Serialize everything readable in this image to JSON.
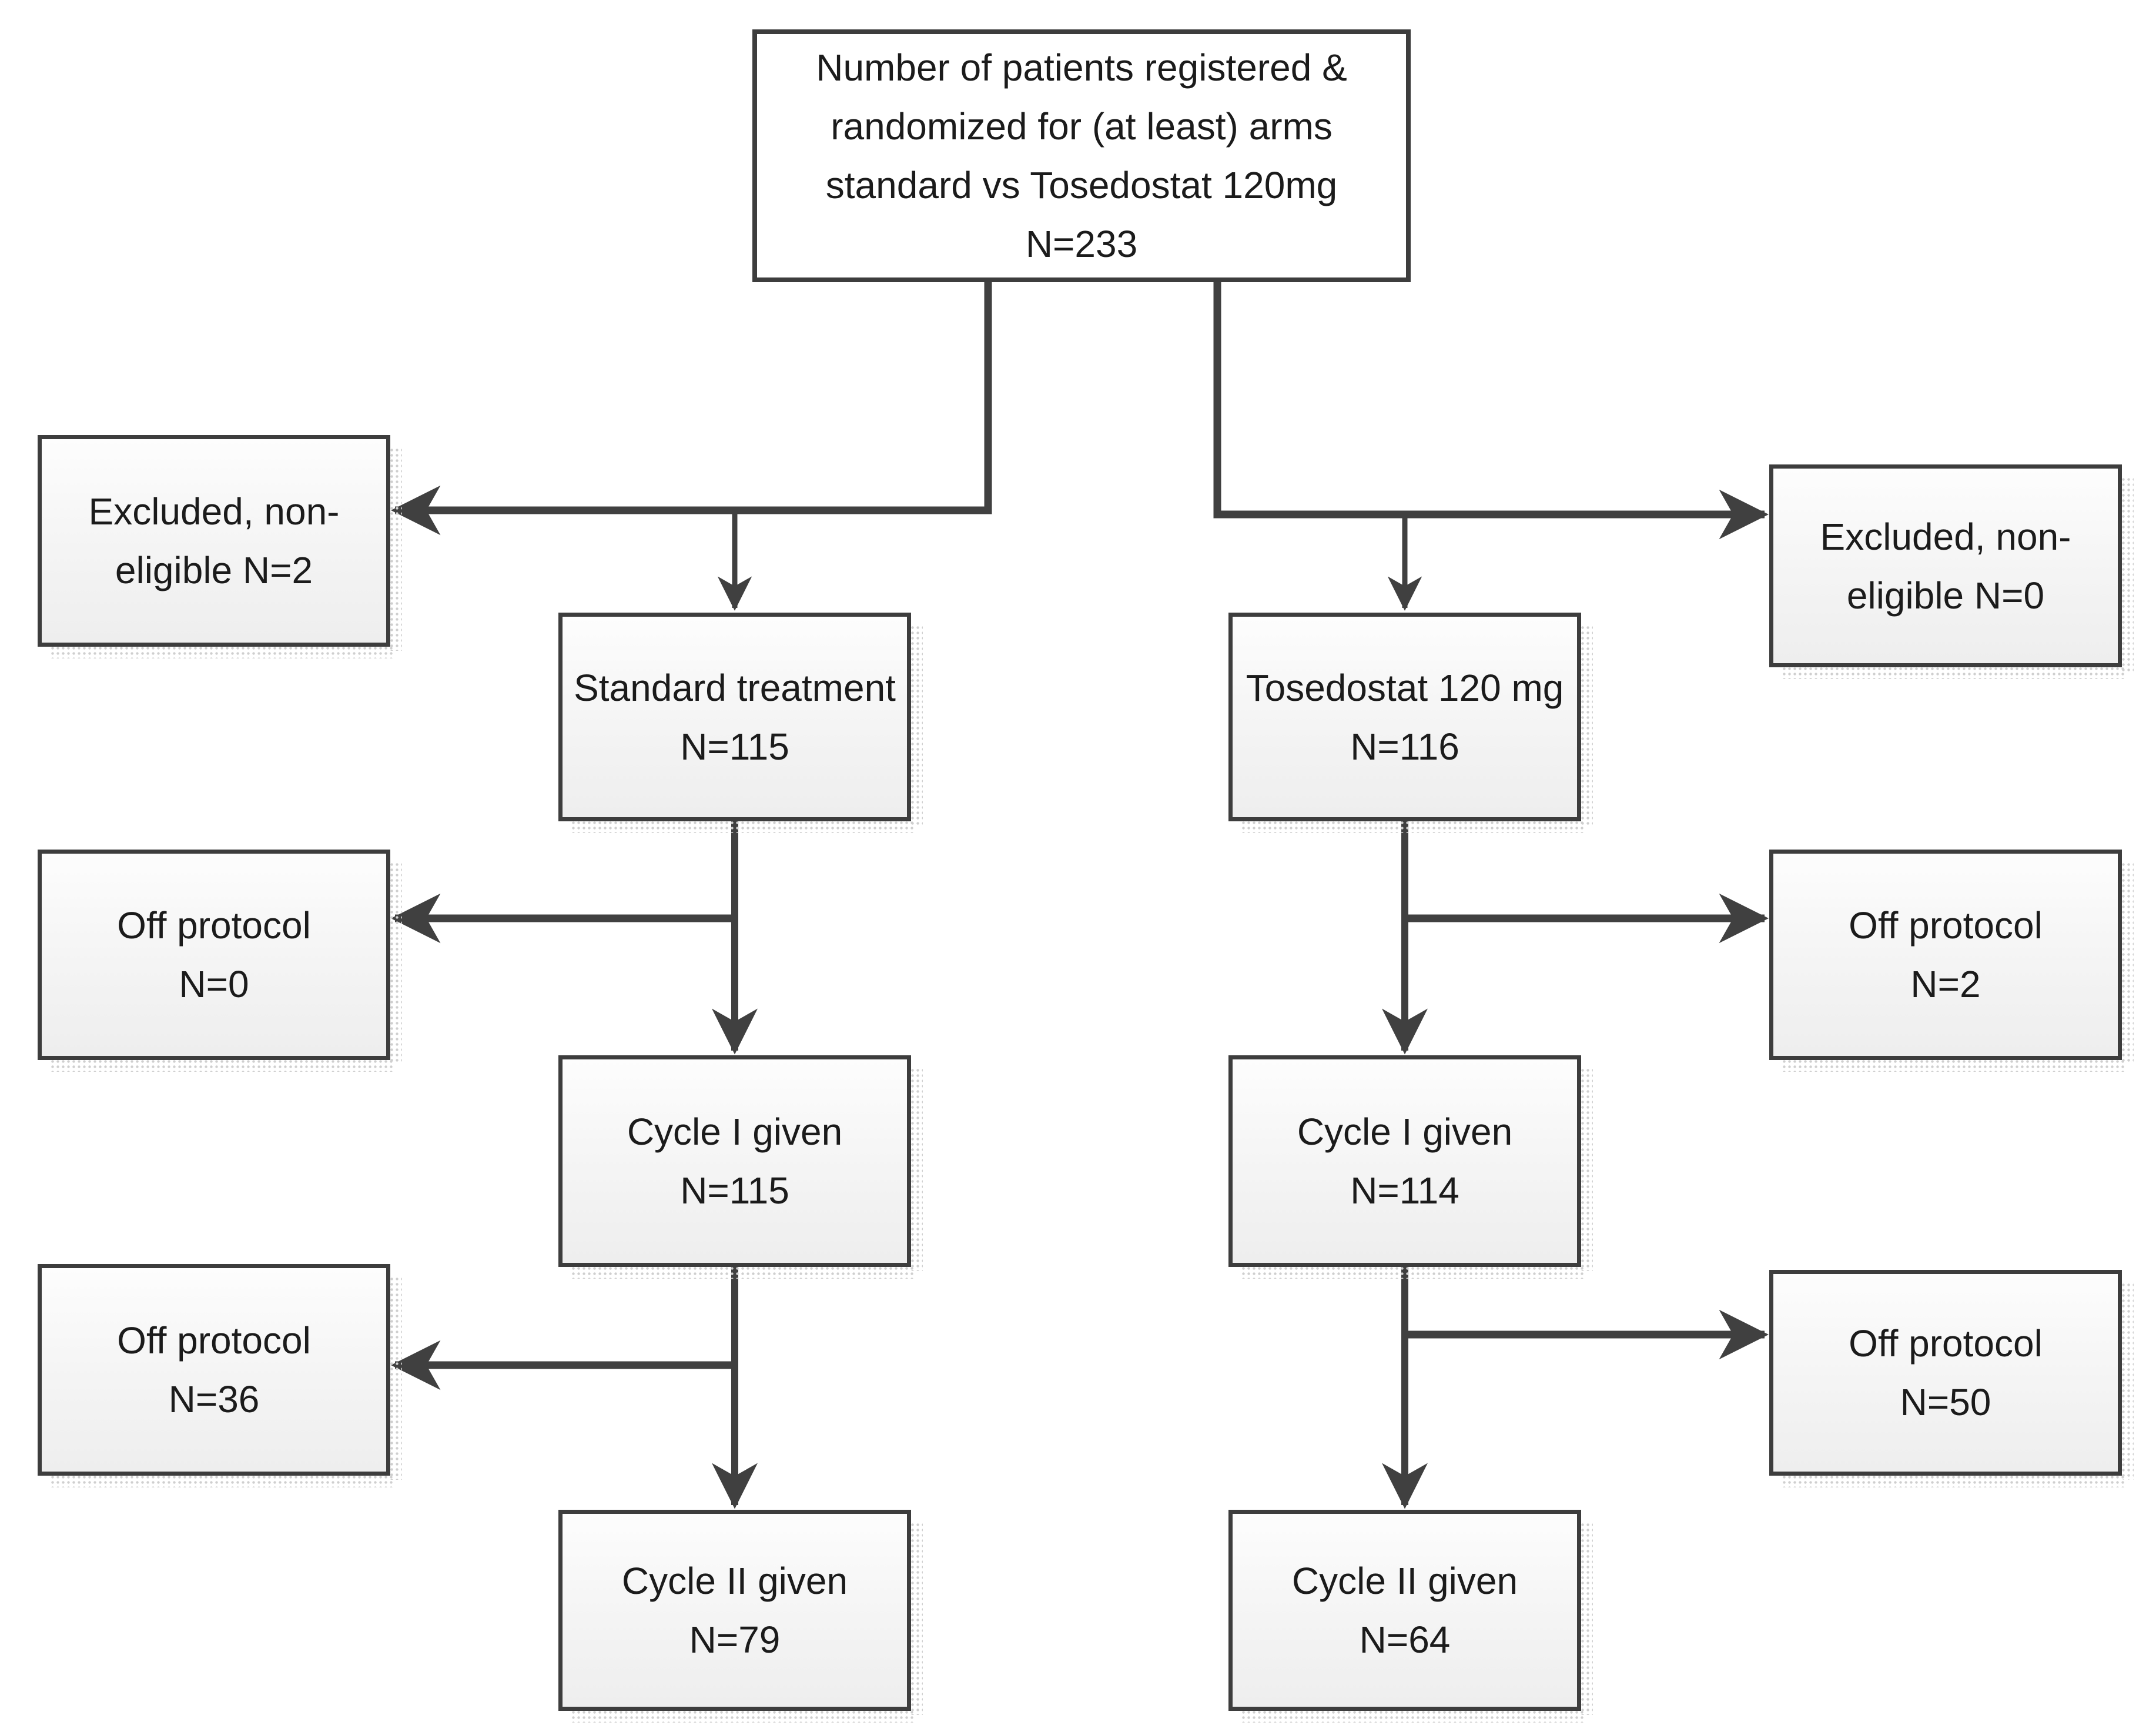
{
  "diagram_type": "patient-flow-consort",
  "colors": {
    "background": "#ffffff",
    "connector_line": "#404040",
    "box_border": "#3d3d3d",
    "box_fill_top": "#fdfdfd",
    "box_fill_bottom": "#eeeeee",
    "text": "#1b1b1b",
    "shadow_dots": "#cfcfcf"
  },
  "boxes": {
    "registered": {
      "lines": [
        "Number of patients registered &",
        "randomized for (at least) arms",
        "standard vs Tosedostat 120mg",
        "N=233"
      ]
    },
    "excluded_standard": {
      "lines": [
        "Excluded, non-",
        "eligible N=2"
      ]
    },
    "excluded_tosedostat": {
      "lines": [
        "Excluded, non-",
        "eligible N=0"
      ]
    },
    "standard_treatment": {
      "lines": [
        "Standard treatment",
        "N=115"
      ]
    },
    "tosedostat": {
      "lines": [
        "Tosedostat 120 mg",
        "N=116"
      ]
    },
    "off_protocol_standard_1": {
      "lines": [
        "Off protocol",
        "N=0"
      ]
    },
    "off_protocol_tosedostat_1": {
      "lines": [
        "Off protocol",
        "N=2"
      ]
    },
    "cycle1_standard": {
      "lines": [
        "Cycle I given",
        "N=115"
      ]
    },
    "cycle1_tosedostat": {
      "lines": [
        "Cycle I given",
        "N=114"
      ]
    },
    "off_protocol_standard_2": {
      "lines": [
        "Off protocol",
        "N=36"
      ]
    },
    "off_protocol_tosedostat_2": {
      "lines": [
        "Off protocol",
        "N=50"
      ]
    },
    "cycle2_standard": {
      "lines": [
        "Cycle II given",
        "N=79"
      ]
    },
    "cycle2_tosedostat": {
      "lines": [
        "Cycle II given",
        "N=64"
      ]
    }
  },
  "edges": [
    {
      "from": "registered",
      "to": "excluded_standard"
    },
    {
      "from": "registered",
      "to": "standard_treatment"
    },
    {
      "from": "registered",
      "to": "excluded_tosedostat"
    },
    {
      "from": "registered",
      "to": "tosedostat"
    },
    {
      "from": "standard_treatment",
      "to": "off_protocol_standard_1"
    },
    {
      "from": "standard_treatment",
      "to": "cycle1_standard"
    },
    {
      "from": "tosedostat",
      "to": "off_protocol_tosedostat_1"
    },
    {
      "from": "tosedostat",
      "to": "cycle1_tosedostat"
    },
    {
      "from": "cycle1_standard",
      "to": "off_protocol_standard_2"
    },
    {
      "from": "cycle1_standard",
      "to": "cycle2_standard"
    },
    {
      "from": "cycle1_tosedostat",
      "to": "off_protocol_tosedostat_2"
    },
    {
      "from": "cycle1_tosedostat",
      "to": "cycle2_tosedostat"
    }
  ]
}
